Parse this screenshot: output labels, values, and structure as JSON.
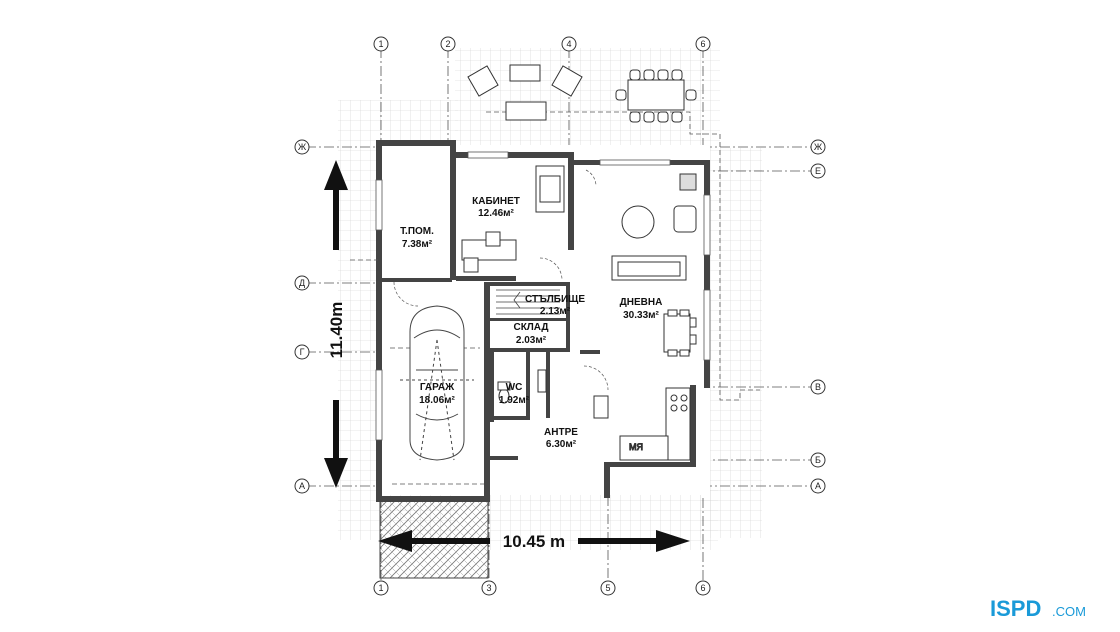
{
  "rooms": {
    "kabinet": {
      "name": "КАБИНЕТ",
      "area": "12.46м²"
    },
    "tpom": {
      "name": "Т.ПОМ.",
      "area": "7.38м²"
    },
    "stalbishte": {
      "name": "СТЪЛБИЩЕ",
      "area": "2.13м²"
    },
    "sklad": {
      "name": "СКЛАД",
      "area": "2.03м²"
    },
    "dnevna": {
      "name": "ДНЕВНА",
      "area": "30.33м²"
    },
    "garazh": {
      "name": "ГАРАЖ",
      "area": "18.06м²"
    },
    "wc": {
      "name": "WC",
      "area": "1.92м²"
    },
    "antre": {
      "name": "АНТРЕ",
      "area": "6.30м²"
    }
  },
  "dimensions": {
    "width": "10.45 m",
    "height": "11.40m"
  },
  "axes": {
    "top": [
      "1",
      "2",
      "4",
      "6"
    ],
    "bottom": [
      "1",
      "3",
      "5",
      "6"
    ],
    "left": [
      "Ж",
      "Д",
      "Г",
      "А"
    ],
    "right": [
      "Ж",
      "Е",
      "В",
      "Б",
      "А"
    ]
  },
  "appliance_label": "МЯ",
  "logo": {
    "brand": "ISPD",
    "suffix": ".COM"
  }
}
